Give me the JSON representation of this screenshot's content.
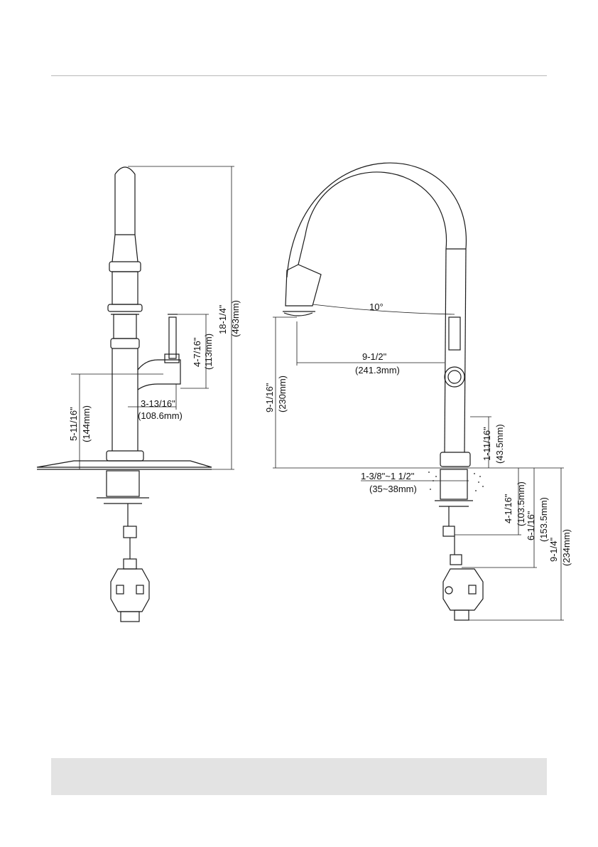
{
  "dimensions": {
    "overall_height": {
      "in": "18-1/4\"",
      "mm": "(463mm)"
    },
    "handle_height": {
      "in": "4-7/16\"",
      "mm": "(113mm)"
    },
    "handle_offset": {
      "in": "3-13/16\"",
      "mm": "(108.6mm)"
    },
    "handle_center_height": {
      "in": "5-11/16\"",
      "mm": "(144mm)"
    },
    "spout_angle": "10°",
    "spout_reach": {
      "in": "9-1/2\"",
      "mm": "(241.3mm)"
    },
    "spout_clearance": {
      "in": "9-1/16\"",
      "mm": "(230mm)"
    },
    "base_height": {
      "in": "1-11/16\"",
      "mm": "(43.5mm)"
    },
    "deck_thickness": {
      "in": "1-3/8\"~1 1/2\"",
      "mm": "(35~38mm)"
    },
    "below_deck_1": {
      "in": "4-1/16\"",
      "mm": "(103.5mm)"
    },
    "below_deck_2": {
      "in": "6-1/16\"",
      "mm": "(153.5mm)"
    },
    "below_deck_3": {
      "in": "9-1/4\"",
      "mm": "(234mm)"
    }
  },
  "colors": {
    "line": "#1a1a1a",
    "rule": "#b9b9b9",
    "footer": "#e3e3e3"
  }
}
